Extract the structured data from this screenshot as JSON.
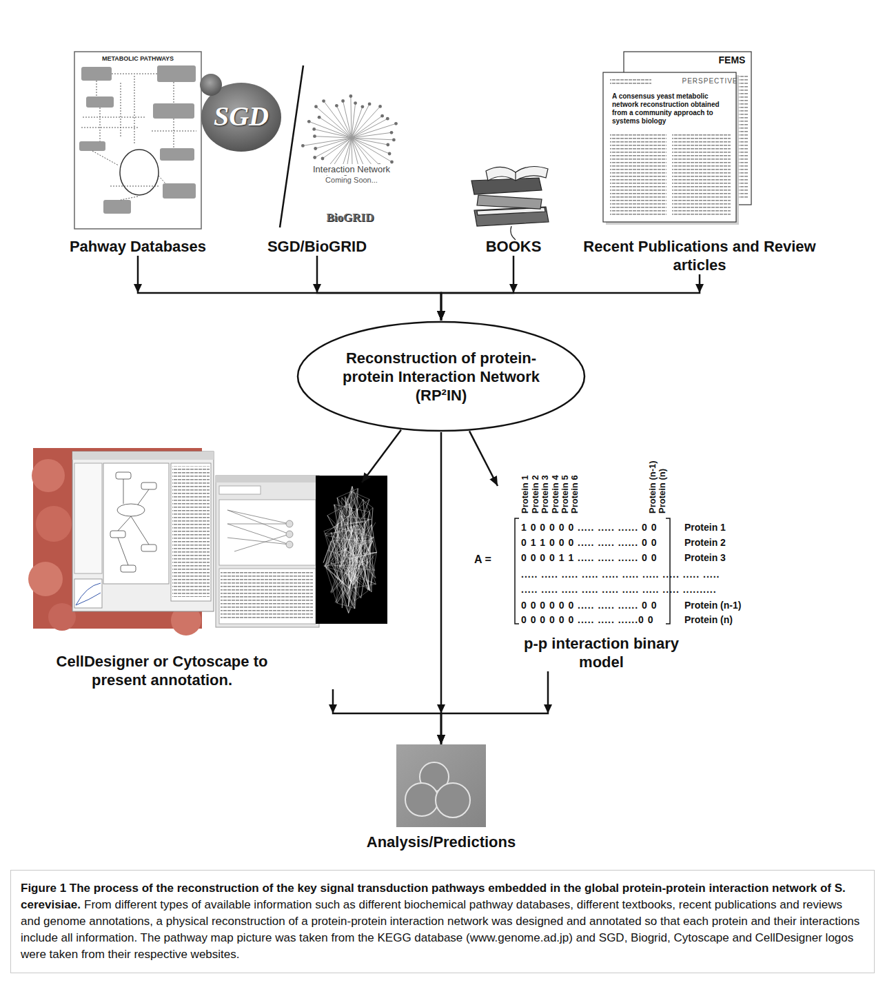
{
  "diagram": {
    "title": "Figure 1 The process of the reconstruction of the key signal transduction pathways embedded in the global protein-protein interaction network of S. cerevisiae.",
    "caption": "From different types of available information such as different biochemical pathway databases, different textbooks, recent publications and reviews and genome annotations, a physical reconstruction of a protein-protein interaction network was designed and annotated so that each protein and their interactions include all information. The pathway map picture was taken from the KEGG database (www.genome.ad.jp) and SGD, Biogrid, Cytoscape and CellDesigner logos were taken from their respective websites.",
    "nodes": [
      {
        "text": [
          "Pahway Databases"
        ]
      },
      {
        "text": [
          "SGD/BioGRID"
        ]
      },
      {
        "text": [
          "BOOKS"
        ]
      },
      {
        "text": [
          "Recent Publications and Review articles"
        ]
      },
      {
        "text": [
          "Reconstruction of protein-protein Interaction Network (RP²IN)"
        ]
      },
      {
        "text": [
          "CellDesigner or Cytoscape to present annotation."
        ]
      },
      {
        "text": [
          "p-p interaction binary model"
        ]
      },
      {
        "text": [
          "Analysis/Predictions"
        ]
      }
    ],
    "edges": [
      {
        "from": 0,
        "to": 4,
        "arrow": "to"
      },
      {
        "from": 1,
        "to": 4,
        "arrow": "to"
      },
      {
        "from": 2,
        "to": 4,
        "arrow": "to"
      },
      {
        "from": 3,
        "to": 4,
        "arrow": "to"
      },
      {
        "from": 4,
        "to": 5,
        "arrow": "to"
      },
      {
        "from": 4,
        "to": 7,
        "arrow": "to"
      },
      {
        "from": 4,
        "to": 6,
        "arrow": "to"
      },
      {
        "from": 5,
        "to": 7,
        "arrow": "to"
      },
      {
        "from": 6,
        "to": 7,
        "arrow": "to"
      }
    ],
    "labels": [
      "METABOLIC PATHWAYS",
      "SGD",
      "Interaction Network",
      "Coming Soon...",
      "BioGRID",
      "FEMS",
      "PERSPECTIVE",
      "A consensus yeast metabolic network reconstruction obtained from a community approach to systems biology",
      "A =",
      "Protein 1",
      "Protein 2",
      "Protein 3",
      "Protein 4",
      "Protein 5",
      "Protein 6",
      "Protein (n-1)",
      "Protein (n)",
      "1 0 0 0 0 0 ..... ..... ...... 0 0",
      "0 1 1 0 0 0 ..... ..... ...... 0 0",
      "0 0 0 0 1 1 ..... ..... ...... 0 0",
      "..... ..... ..... ..... ..... ..... ..... ..... ..... .....",
      "..... ..... ..... ..... ..... ..... ..... ..... ..........",
      "0 0 0 0 0 0 ..... ..... ...... 0 0",
      "0 0 0 0 0 0 ..... ..... ......0 0",
      "Protein 1",
      "Protein 2",
      "Protein 3",
      "Protein (n-1)",
      "Protein (n)"
    ]
  }
}
